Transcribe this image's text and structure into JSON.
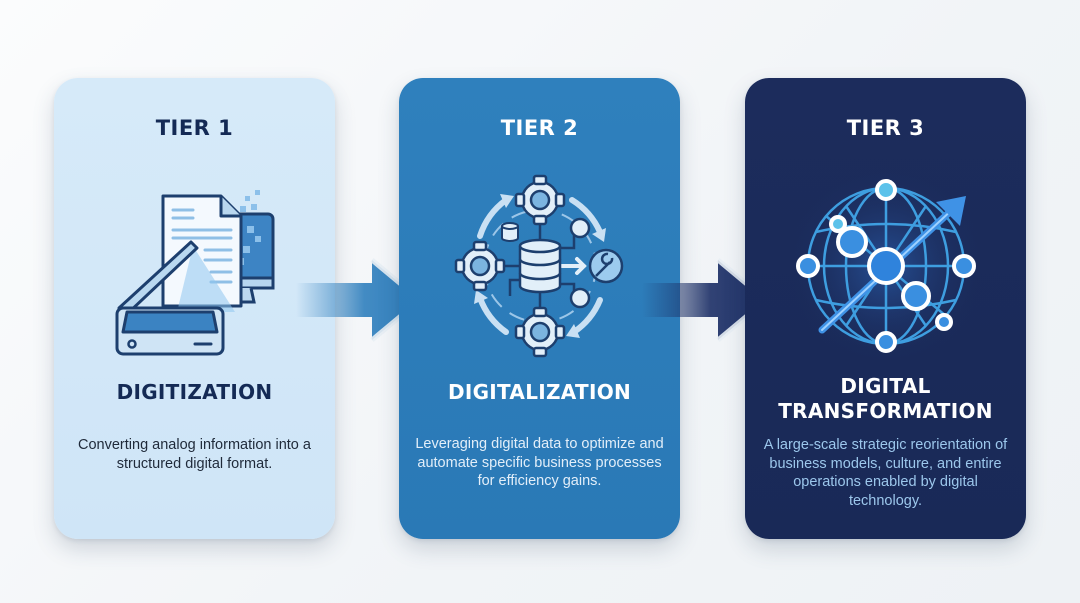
{
  "diagram": {
    "type": "three-tier progression",
    "tiers": [
      {
        "label": "TIER 1",
        "title": "DIGITIZATION",
        "description": "Converting analog information into a structured digital format.",
        "icon": "scanner-document-monitor-icon",
        "colors": {
          "background": "#d3e8f8",
          "text": "#142a55"
        }
      },
      {
        "label": "TIER 2",
        "title": "DIGITALIZATION",
        "description": "Leveraging digital data to optimize and automate specific business processes for efficiency gains.",
        "icon": "gears-database-process-icon",
        "colors": {
          "background": "#2d7dba",
          "text": "#ffffff"
        }
      },
      {
        "label": "TIER 3",
        "title_line1": "DIGITAL",
        "title_line2": "TRANSFORMATION",
        "description": "A large-scale strategic reorientation of business models, culture, and entire operations enabled by digital technology.",
        "icon": "global-network-growth-arrow-icon",
        "colors": {
          "background": "#1b2b5a",
          "text": "#ffffff",
          "desc": "#9cc7ec"
        }
      }
    ],
    "connectors": [
      {
        "from": "TIER 1",
        "to": "TIER 2",
        "icon": "right-arrow-icon",
        "color": "#2f7fbd"
      },
      {
        "from": "TIER 2",
        "to": "TIER 3",
        "icon": "right-arrow-icon",
        "color": "#1c2f66"
      }
    ]
  }
}
